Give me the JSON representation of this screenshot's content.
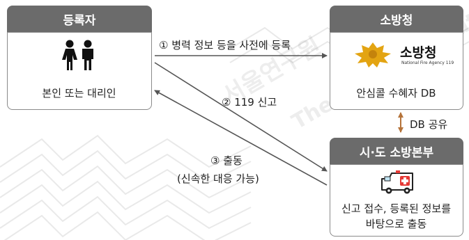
{
  "registrant": {
    "title": "등록자",
    "label": "본인 또는 대리인",
    "icon": "people-icon"
  },
  "fire_agency": {
    "title": "소방청",
    "logo_text": "소방청",
    "logo_subtext": "National Fire Agency 119",
    "label": "안심콜 수혜자 DB",
    "icon": "fire-agency-logo-icon"
  },
  "hq": {
    "title": "시·도 소방본부",
    "label_line1": "신고 접수, 등록된 정보를",
    "label_line2": "바탕으로 출동",
    "icon": "ambulance-icon"
  },
  "flows": {
    "step1": "① 병력 정보 등을 사전에 등록",
    "step2": "② 119 신고",
    "step3": "③ 출동",
    "step3_sub": "(신속한 대응 가능)",
    "db_share": "DB 공유"
  },
  "watermark": {
    "ko": "서울연구원",
    "en": "The Seoul Institute"
  },
  "colors": {
    "header_bg": "#6b6b6b",
    "border": "#8a8a8a",
    "arrow": "#555555",
    "db_arrow": "#b5733a",
    "ambulance_red": "#e53935"
  }
}
